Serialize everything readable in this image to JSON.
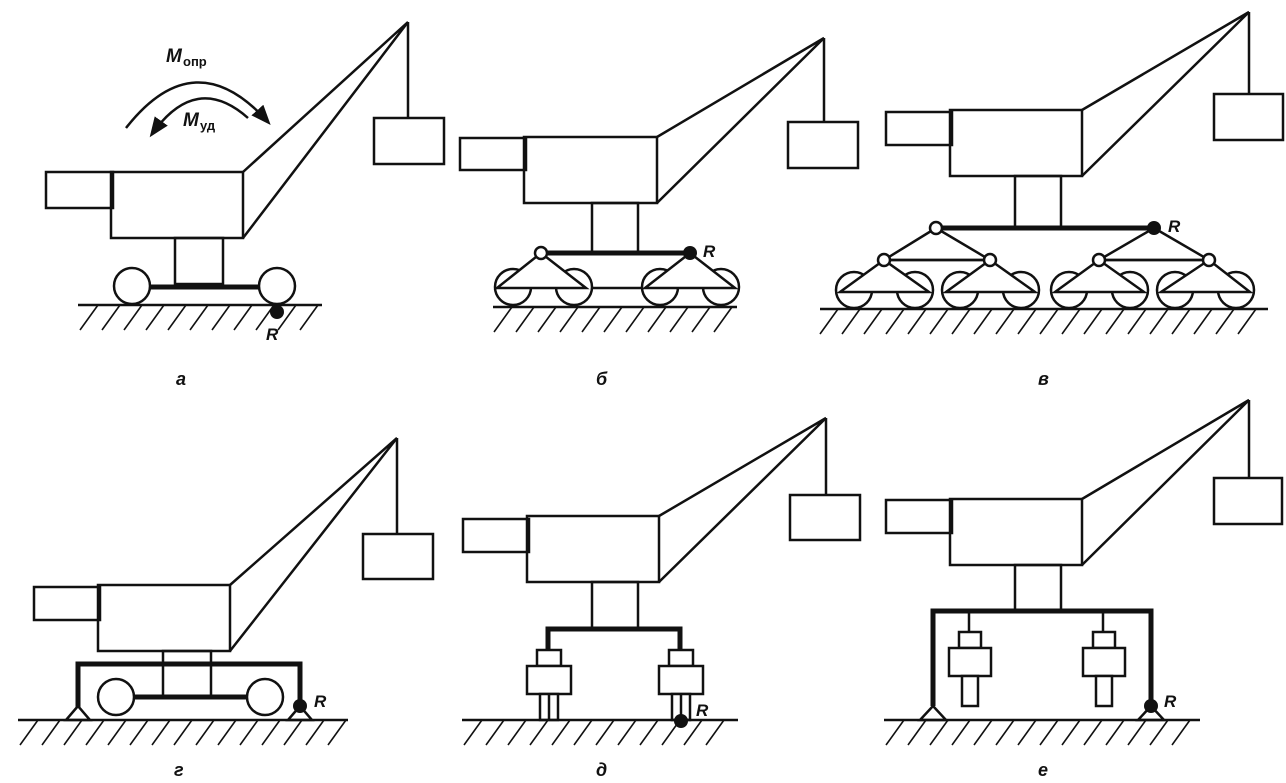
{
  "figure": {
    "panels": [
      {
        "caption": "а",
        "reaction_label": "R"
      },
      {
        "caption": "б",
        "reaction_label": "R"
      },
      {
        "caption": "в",
        "reaction_label": "R"
      },
      {
        "caption": "г",
        "reaction_label": "R"
      },
      {
        "caption": "д",
        "reaction_label": "R"
      },
      {
        "caption": "е",
        "reaction_label": "R"
      }
    ],
    "moments": {
      "overturning": {
        "symbol": "M",
        "subscript": "опр"
      },
      "restoring": {
        "symbol": "M",
        "subscript": "уд"
      }
    }
  }
}
